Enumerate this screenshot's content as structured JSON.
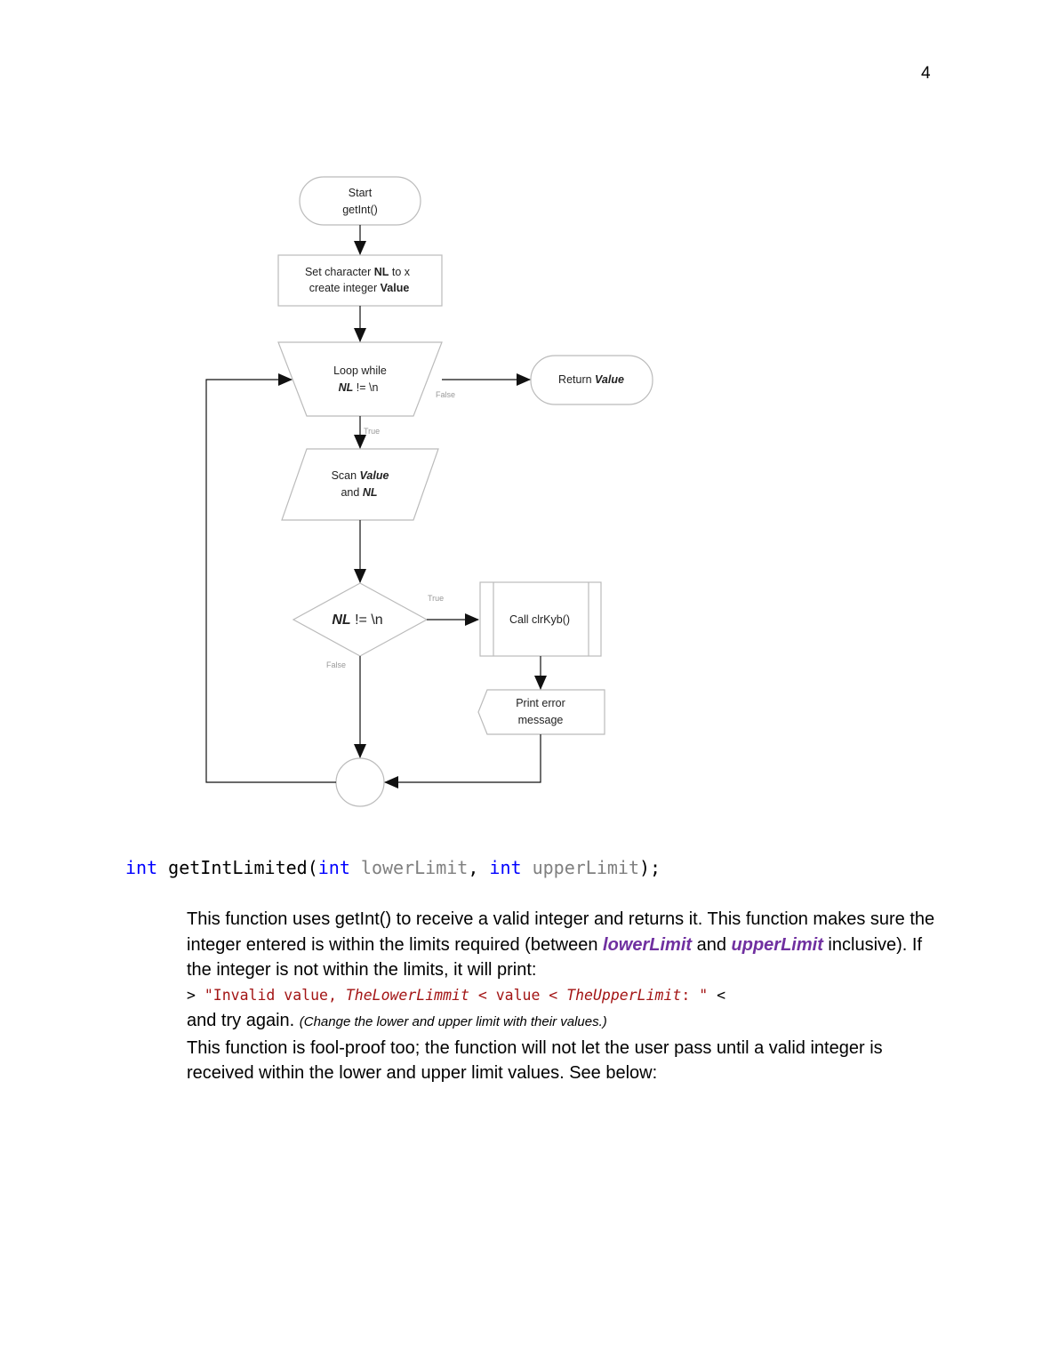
{
  "page_number": "4",
  "flowchart": {
    "start_line1": "Start",
    "start_line2": "getInt()",
    "init_line1_pre": "Set character ",
    "init_line1_bold": "NL",
    "init_line1_post": " to  x",
    "init_line2_pre": "create integer ",
    "init_line2_bold": "Value",
    "loop_line1": "Loop while",
    "loop_line2_bold": "NL",
    "loop_line2_post": " != \\n",
    "false_label_loop": "False",
    "true_label_loop": "True",
    "return_pre": "Return ",
    "return_bold": "Value",
    "scan_pre": "Scan ",
    "scan_bold": "Value",
    "scan_line2_pre": "and ",
    "scan_line2_bold": "NL",
    "decision_bold": "NL",
    "decision_post": " != \\n",
    "true_label_decision": "True",
    "false_label_decision": "False",
    "call_label": "Call clrKyb()",
    "print_line1": "Print error",
    "print_line2": "message"
  },
  "signature": {
    "ret_type": "int",
    "name": " getIntLimited(",
    "type1": "int",
    "param1": " lowerLimit",
    "comma": ", ",
    "type2": "int",
    "param2": " upperLimit",
    "close": ");"
  },
  "description": {
    "p1_a": "This function uses getInt() to receive a valid integer and returns it. This function makes sure the integer entered is within the limits required (between ",
    "p1_lower": "lowerLimit",
    "p1_b": " and ",
    "p1_upper": "upperLimit",
    "p1_c": " inclusive). If the integer is not within the limits, it will print:",
    "code_open": "> ",
    "code_str1": "\"Invalid value, ",
    "code_lower": "TheLowerLimmit",
    "code_mid": " < value < ",
    "code_upper": "TheUpperLimit",
    "code_str2": ": \"",
    "code_close": " <",
    "retry": "and try again. ",
    "retry_note": "(Change the lower and upper limit with their values.)",
    "p2": "This function is fool-proof too; the function will not let the user pass until a valid integer is received within the lower and upper limit values. See below:"
  }
}
